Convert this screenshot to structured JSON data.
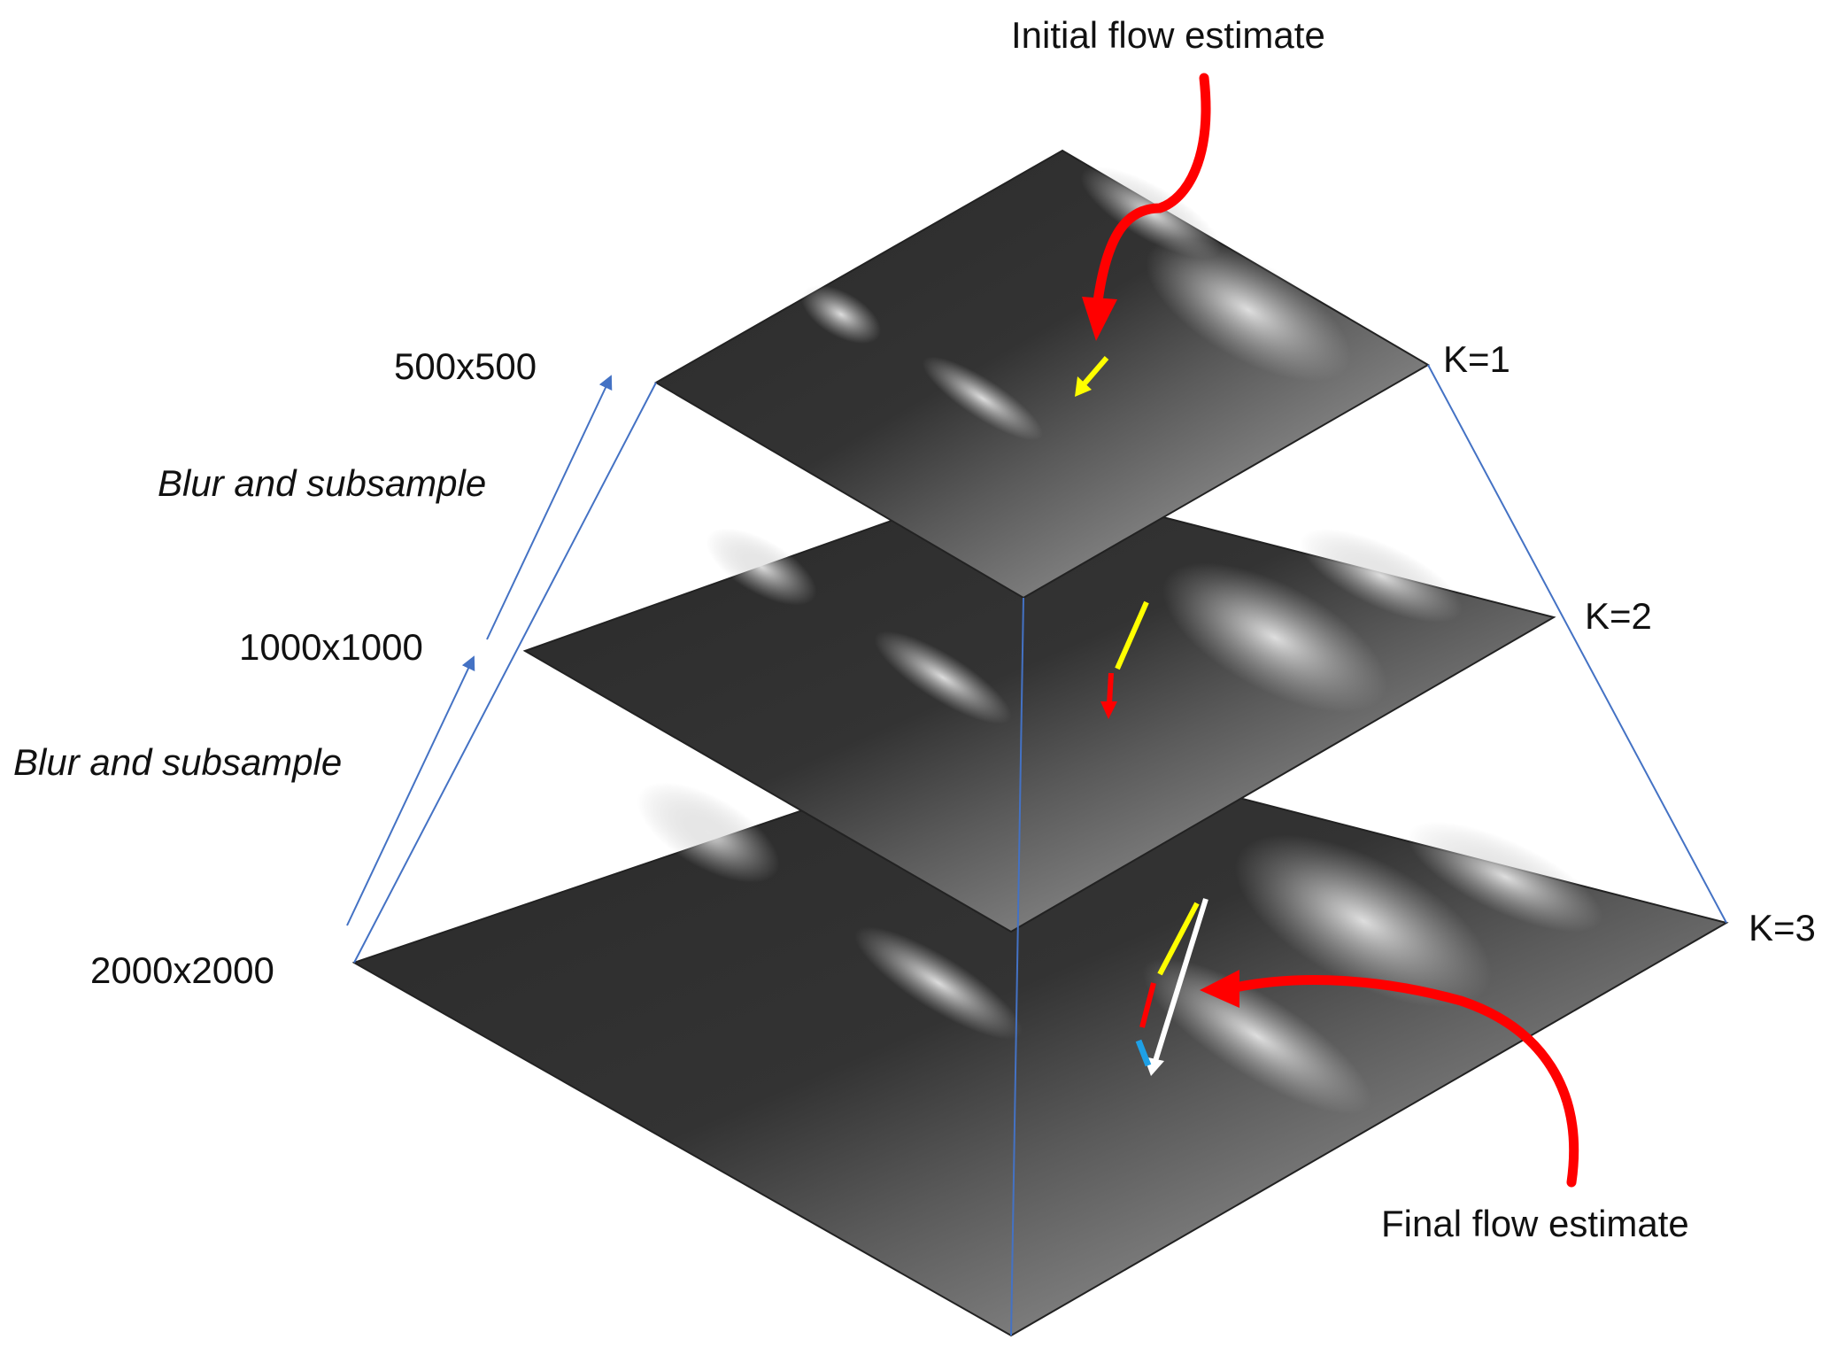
{
  "title_top": "Initial flow estimate",
  "title_bottom": "Final flow estimate",
  "levels": [
    {
      "k_label": "K=1",
      "size_label": "500x500"
    },
    {
      "k_label": "K=2",
      "size_label": "1000x1000"
    },
    {
      "k_label": "K=3",
      "size_label": "2000x2000"
    }
  ],
  "process_labels": [
    "Blur and subsample",
    "Blur and subsample"
  ],
  "colors": {
    "annotation_arrow": "#ff0000",
    "flow_k1": "#ffff00",
    "flow_k2": "#ff0000",
    "flow_k3": "#1ea0e6",
    "final_flow": "#ffffff",
    "guide_line": "#4472c4"
  }
}
